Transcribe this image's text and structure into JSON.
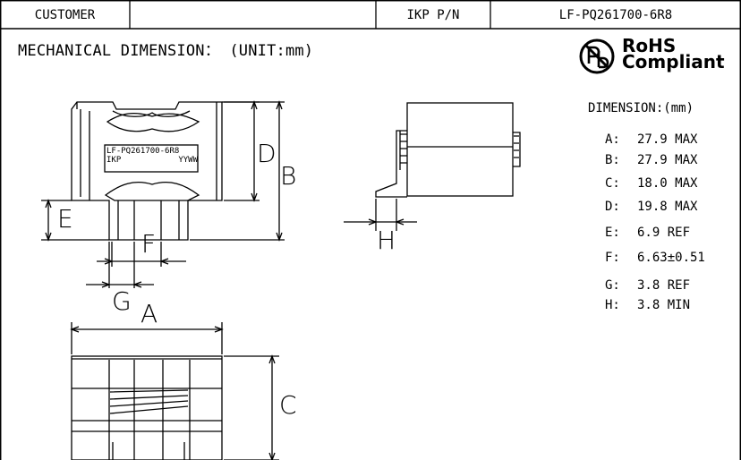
{
  "header": {
    "customer_label": "CUSTOMER",
    "customer_value": "",
    "pn_label": "IKP P/N",
    "pn_value": "LF-PQ261700-6R8"
  },
  "title": "MECHANICAL DIMENSION： (UNIT:mm)",
  "rohs": {
    "line1": "RoHS",
    "line2": "Compliant"
  },
  "part_label": {
    "line1": "LF-PQ261700-6R8",
    "line2_left": "IKP",
    "line2_right": "YYWW"
  },
  "dimension_table": {
    "title": "DIMENSION:(mm)",
    "rows": [
      {
        "key": "A:",
        "value": "27.9 MAX"
      },
      {
        "key": "B:",
        "value": "27.9 MAX"
      },
      {
        "key": "C:",
        "value": "18.0 MAX"
      },
      {
        "key": "D:",
        "value": "19.8 MAX"
      },
      {
        "key": "E:",
        "value": "6.9 REF"
      },
      {
        "key": "F:",
        "value": "6.63±0.51"
      },
      {
        "key": "G:",
        "value": "3.8 REF"
      },
      {
        "key": "H:",
        "value": "3.8 MIN"
      }
    ]
  },
  "drawing_labels": {
    "A": "A",
    "B": "B",
    "C": "C",
    "D": "D",
    "E": "E",
    "F": "F",
    "G": "G",
    "H": "H"
  }
}
